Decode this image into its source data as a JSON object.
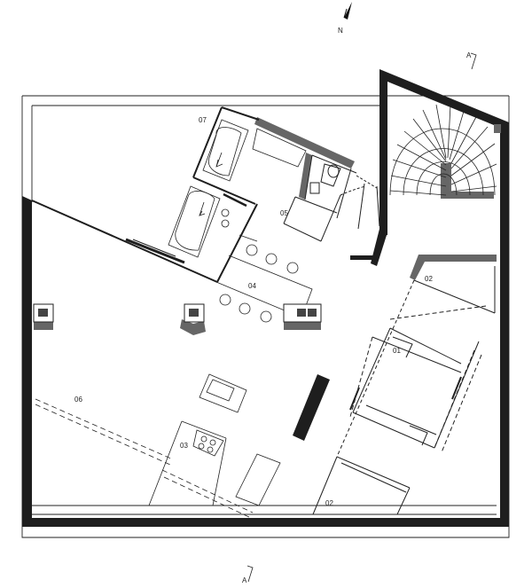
{
  "plan": {
    "north_label": "N",
    "section_marks": [
      "A",
      "A"
    ],
    "rooms": {
      "r01": "01",
      "r02a": "02",
      "r02b": "02",
      "r03": "03",
      "r04": "04",
      "r05": "05",
      "r06": "06",
      "r07": "07"
    },
    "colors": {
      "wall": "#1e1e1e",
      "wall_grey": "#666666",
      "line": "#222222"
    }
  }
}
